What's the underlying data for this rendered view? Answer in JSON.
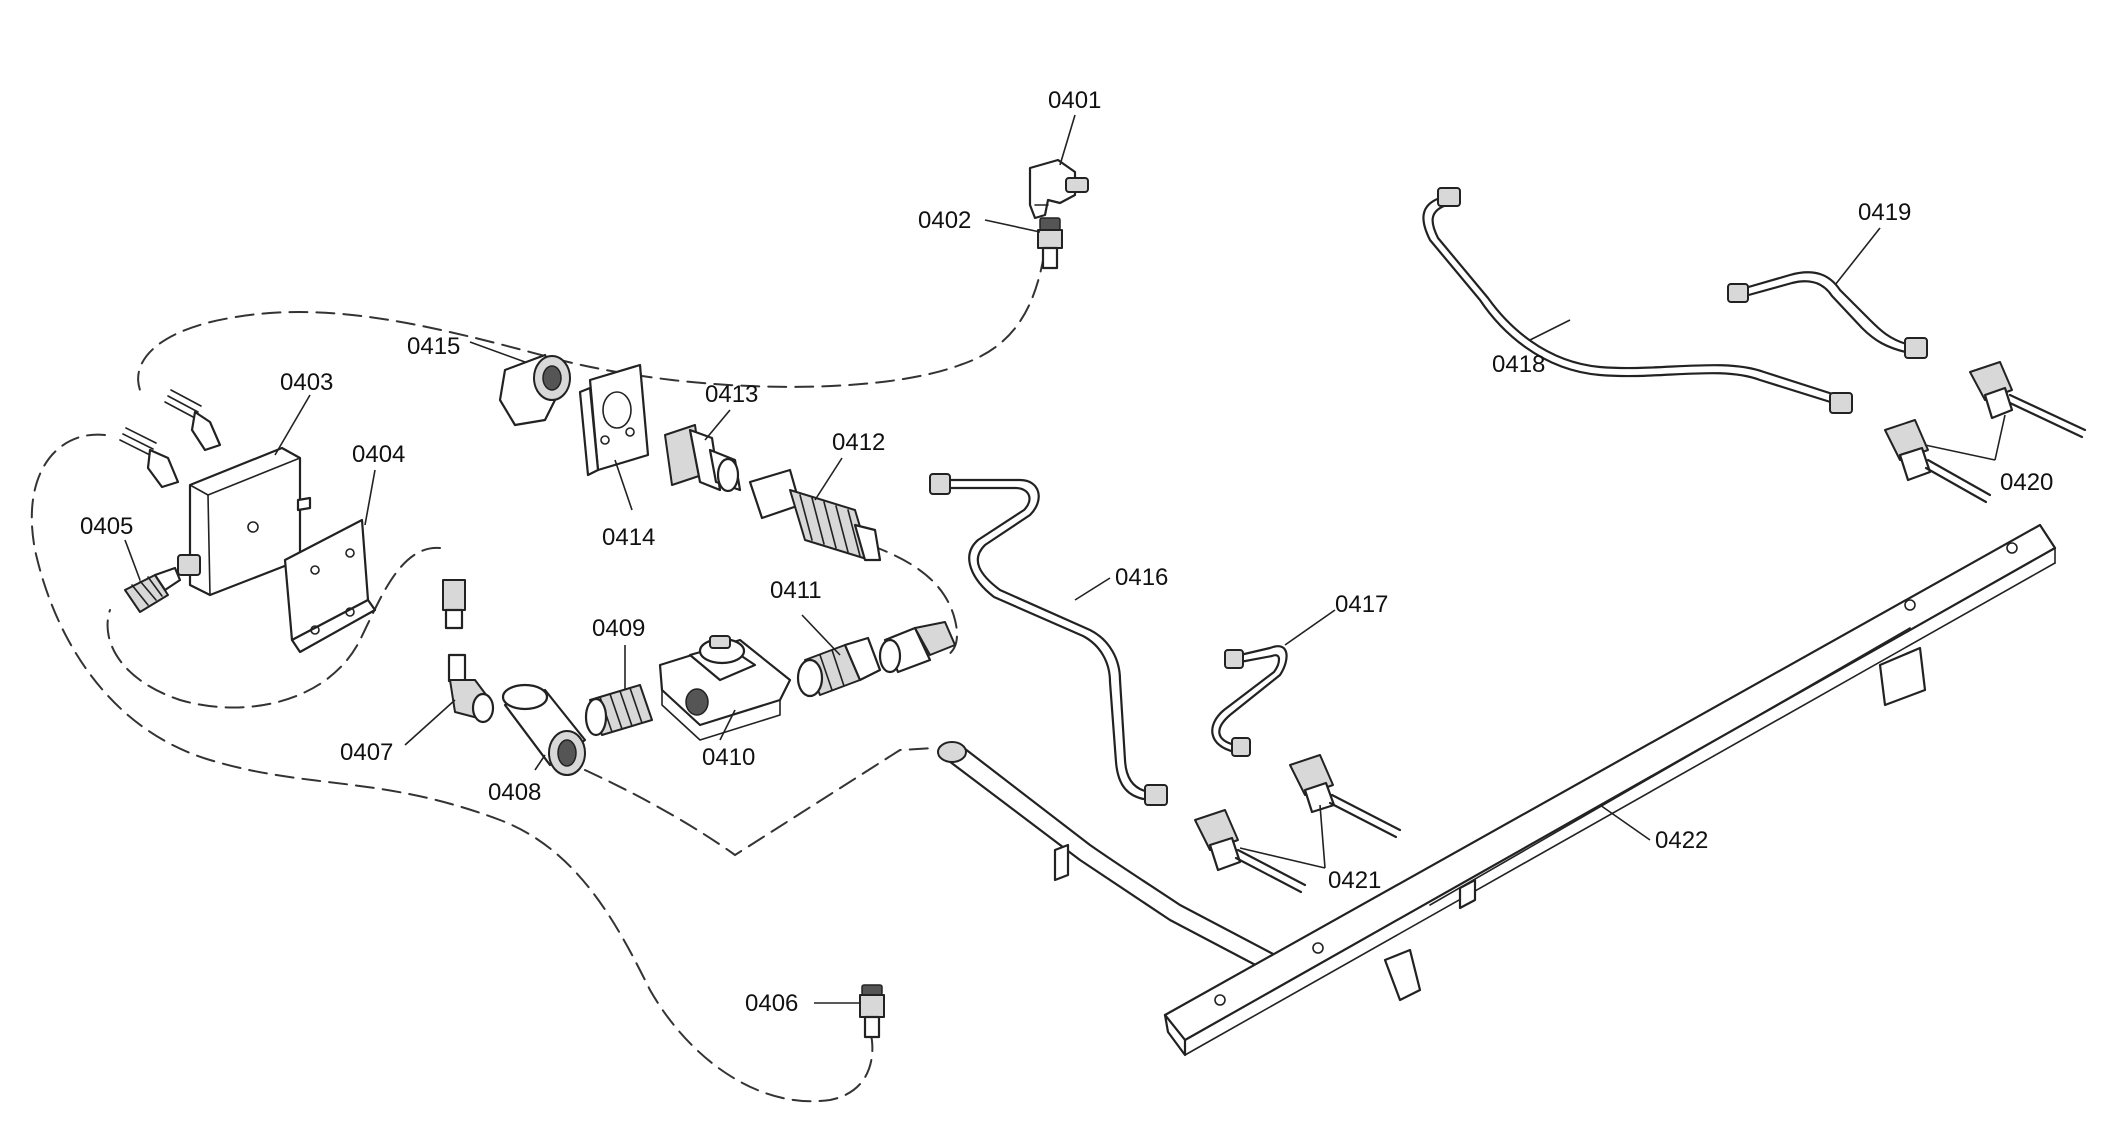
{
  "labels": {
    "p0401": "0401",
    "p0402": "0402",
    "p0403": "0403",
    "p0404": "0404",
    "p0405": "0405",
    "p0406": "0406",
    "p0407": "0407",
    "p0408": "0408",
    "p0409": "0409",
    "p0410": "0410",
    "p0411": "0411",
    "p0412": "0412",
    "p0413": "0413",
    "p0414": "0414",
    "p0415": "0415",
    "p0416": "0416",
    "p0417": "0417",
    "p0418": "0418",
    "p0419": "0419",
    "p0420": "0420",
    "p0421": "0421",
    "p0422": "0422"
  }
}
